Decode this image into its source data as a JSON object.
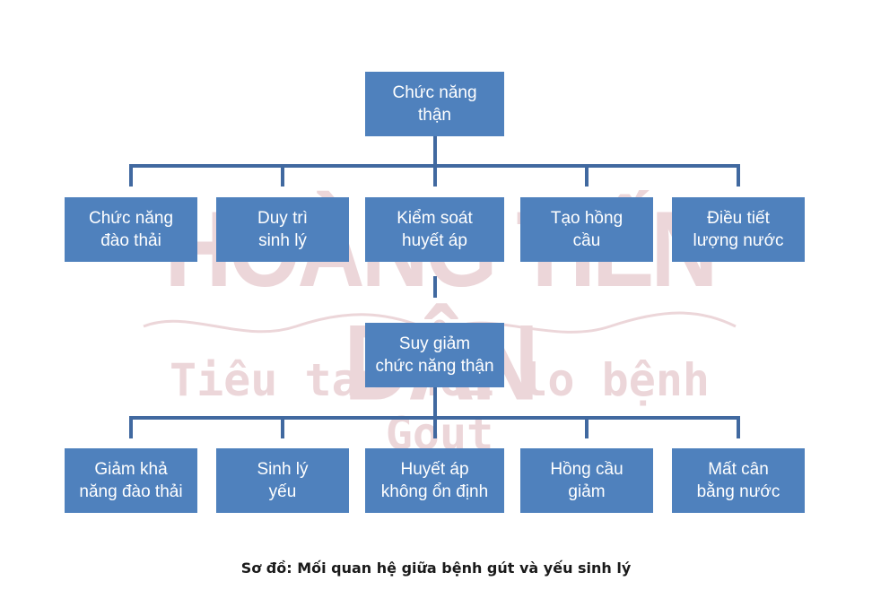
{
  "watermark": {
    "title": "HOÀNG TIẾN DÂN",
    "subtitle": "Tiêu tan nỗi lo bệnh Gout"
  },
  "diagram": {
    "root": "Chức năng\nthận",
    "functions": [
      "Chức năng\nđào thải",
      "Duy trì\nsinh lý",
      "Kiểm soát\nhuyết áp",
      "Tạo hồng\ncầu",
      "Điều tiết\nlượng nước"
    ],
    "middle": "Suy giảm\nchức năng thận",
    "effects": [
      "Giảm khả\nnăng đào thải",
      "Sinh lý\nyếu",
      "Huyết áp\nkhông ổn định",
      "Hồng cầu\ngiảm",
      "Mất cân\nbằng nước"
    ]
  },
  "caption": "Sơ đồ: Mối quan hệ giữa bệnh gút và yếu sinh lý",
  "colors": {
    "box": "#4f81bd",
    "connector": "#4169a0",
    "watermark": "#ecd6d9"
  }
}
